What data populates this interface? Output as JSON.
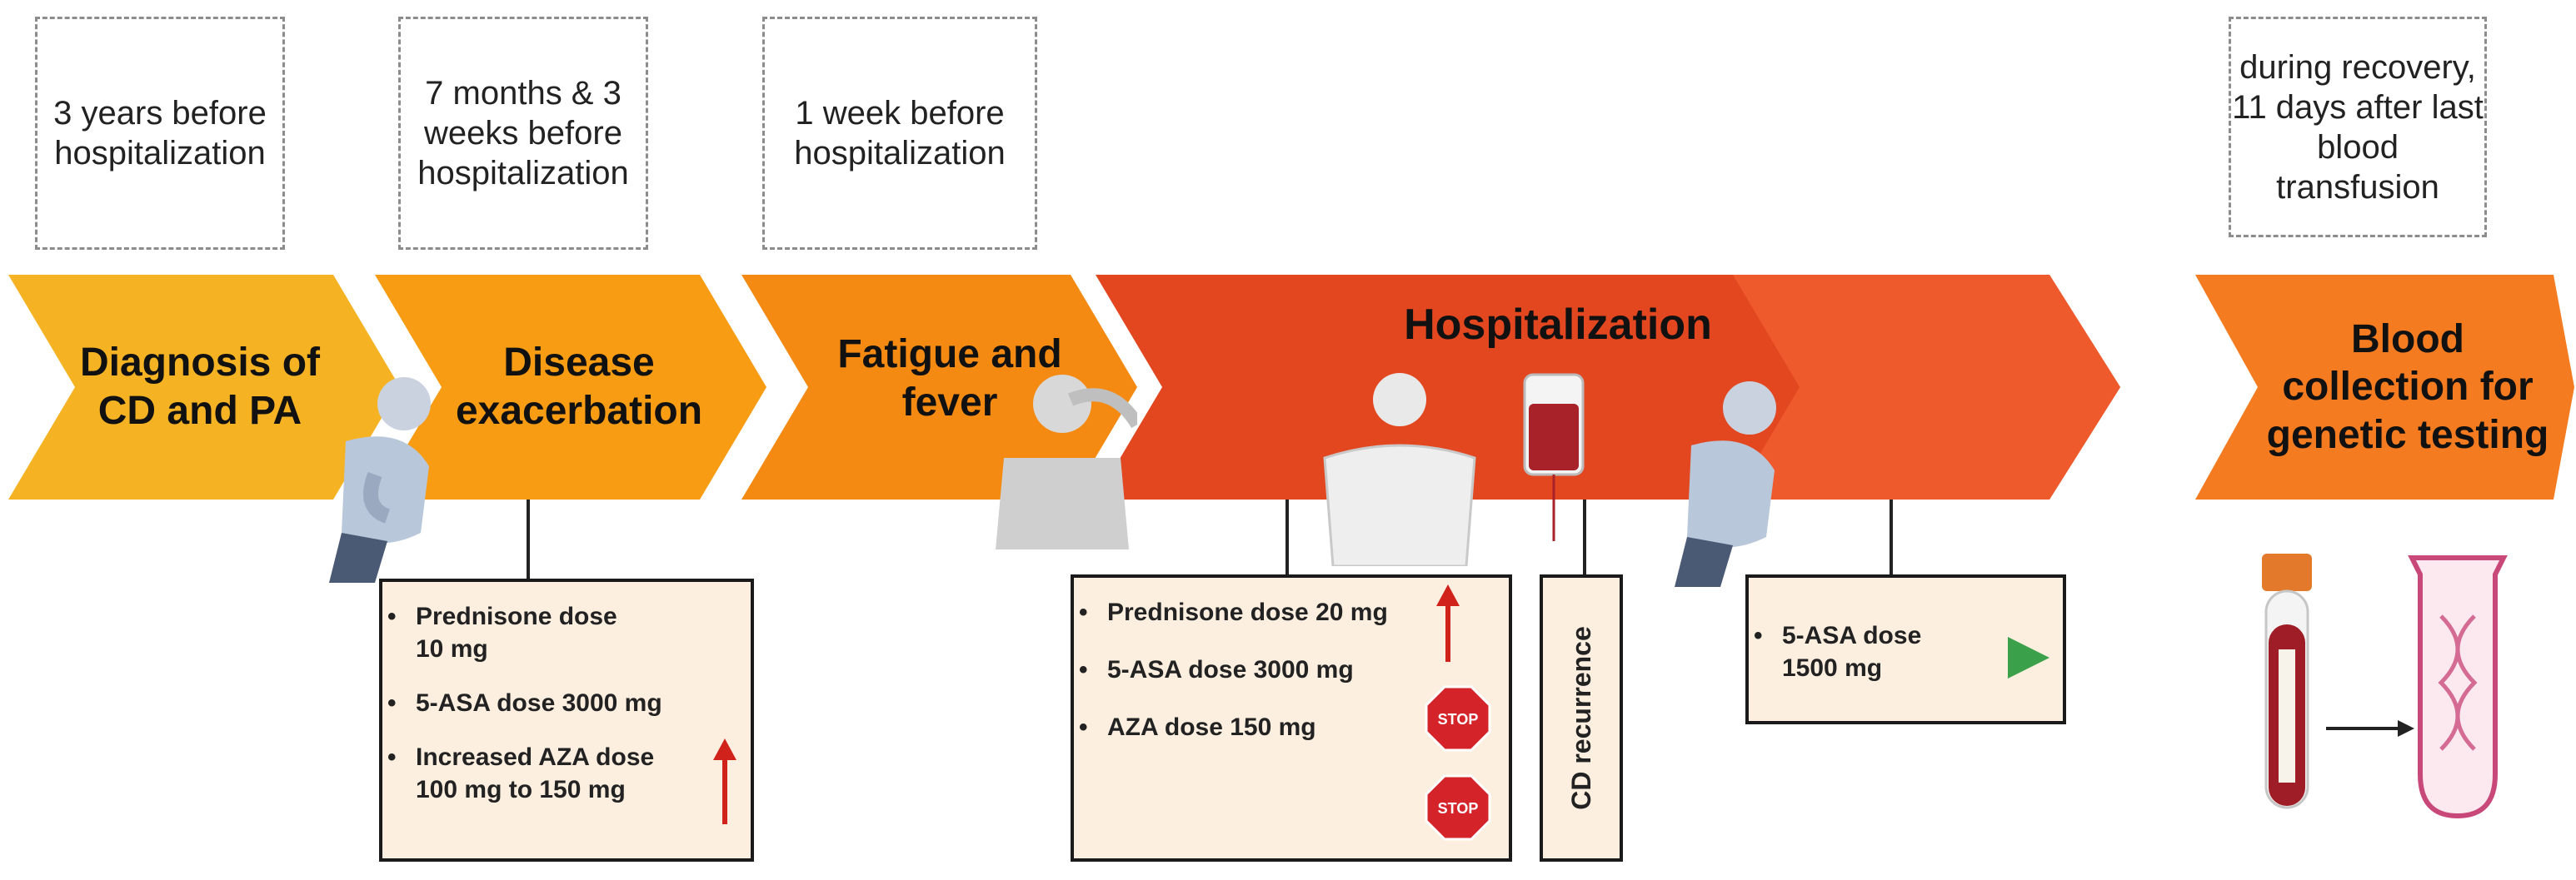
{
  "timepoints": [
    "3 years before hospitalization",
    "7 months & 3 weeks before hospitalization",
    "1 week before hospitalization",
    "during recovery, 11 days after last blood transfusion"
  ],
  "stages": [
    {
      "label": "Diagnosis of CD and PA",
      "color": "#f5b324"
    },
    {
      "label": "Disease exacerbation",
      "color": "#f79c13"
    },
    {
      "label": "Fatigue and fever",
      "color": "#f58a12"
    },
    {
      "label": "Hospitalization",
      "color": "#e24720"
    },
    {
      "label": "Blood collection for genetic testing",
      "color": "#f47b20"
    }
  ],
  "medication_boxes": [
    {
      "items": [
        "Prednisone dose 10 mg",
        "5-ASA dose 3000 mg",
        "Increased AZA dose 100 mg to 150 mg"
      ]
    },
    {
      "items": [
        "Prednisone dose 20 mg",
        "5-ASA dose 3000 mg",
        "AZA dose 150 mg"
      ]
    },
    {
      "items": [
        "5-ASA dose 1500 mg"
      ]
    }
  ],
  "cd_recurrence": "CD recurrence",
  "stop_sign_text": "STOP",
  "colors": {
    "box_fill": "#fcefe0",
    "arrow_up": "#d0211b",
    "play": "#3aa04a",
    "stop": "#d4242a"
  }
}
